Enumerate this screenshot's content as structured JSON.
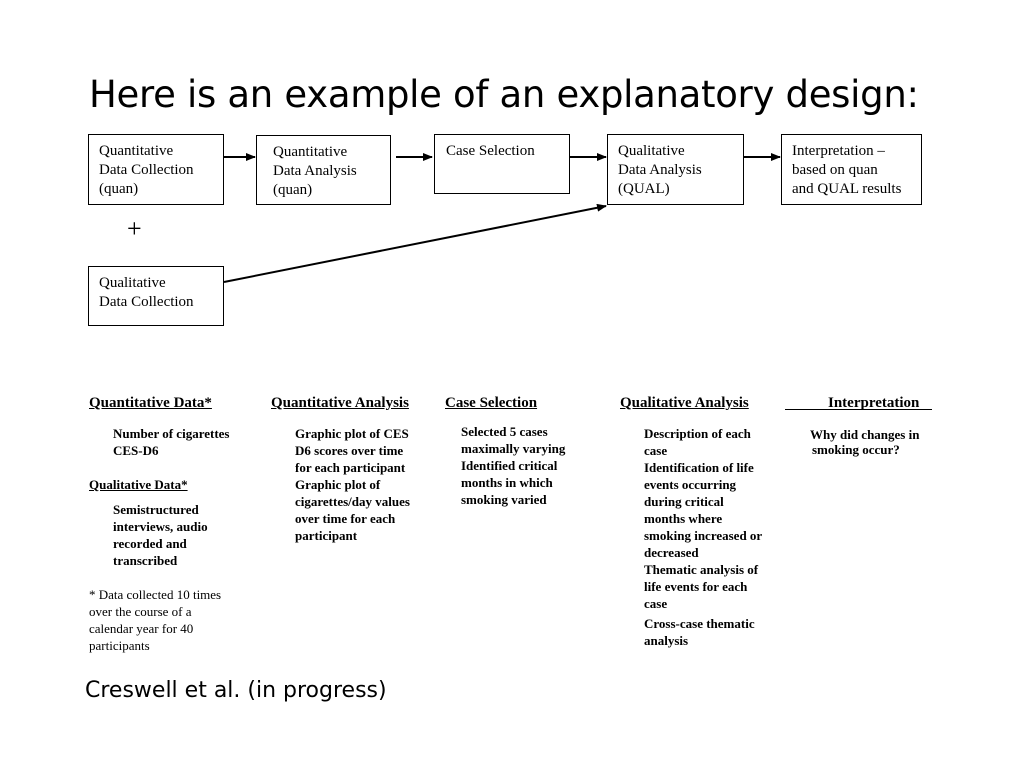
{
  "title": "Here is an example of an explanatory design:",
  "flow": {
    "quan_collection": [
      "Quantitative",
      "Data Collection",
      "(quan)"
    ],
    "quan_analysis": [
      "Quantitative",
      "Data Analysis",
      "(quan)"
    ],
    "case_selection": [
      "Case Selection"
    ],
    "qual_analysis": [
      "Qualitative",
      "Data Analysis",
      "(QUAL)"
    ],
    "interpretation": [
      "Interpretation –",
      "based on quan",
      "and QUAL results"
    ],
    "plus": "+",
    "qual_collection": [
      "Qualitative",
      "Data Collection"
    ]
  },
  "headings": {
    "quantitative_data": "Quantitative Data*",
    "quantitative_analysis": "Quantitative Analysis",
    "case_selection": "Case Selection",
    "qualitative_analysis": "Qualitative Analysis",
    "interpretation": "Interpretation",
    "qualitative_data": "Qualitative Data*"
  },
  "details": {
    "quantitative_data": [
      "Number of cigarettes",
      "CES-D6"
    ],
    "qualitative_data": [
      "Semistructured",
      "interviews, audio",
      "recorded and",
      "transcribed"
    ],
    "footnote": [
      "*  Data collected 10 times",
      "over the course of a",
      "calendar year for 40",
      "participants"
    ],
    "quantitative_analysis": [
      "Graphic plot of CES",
      "D6 scores over time",
      "for each participant",
      "Graphic plot of",
      "cigarettes/day values",
      "over time for each",
      "participant"
    ],
    "case_selection": [
      "Selected 5 cases",
      "maximally varying",
      "Identified critical",
      "months in which",
      "smoking varied"
    ],
    "qualitative_analysis": [
      "Description of each",
      "case",
      "Identification of life",
      "events occurring",
      "during critical",
      "months where",
      "smoking increased or",
      "decreased",
      "Thematic analysis of",
      "life events for each",
      "case",
      "Cross-case thematic",
      "analysis"
    ],
    "interpretation": [
      "Why did changes in",
      "smoking occur?"
    ]
  },
  "citation": "Creswell et al. (in progress)"
}
